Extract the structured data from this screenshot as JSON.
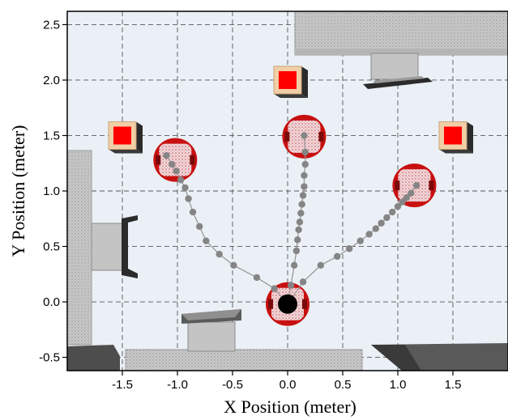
{
  "chart_data": {
    "type": "scatter",
    "title": "",
    "xlabel": "X Position (meter)",
    "ylabel": "Y Position (meter)",
    "xlim": [
      -2.0,
      2.0
    ],
    "ylim": [
      -0.62,
      2.62
    ],
    "x_ticks": [
      -1.5,
      -1.0,
      -0.5,
      0.0,
      0.5,
      1.0,
      1.5
    ],
    "x_tick_labels": [
      "-1.5",
      "-1.0",
      "-0.5",
      "0.0",
      "0.5",
      "1.0",
      "1.5"
    ],
    "y_ticks": [
      -0.5,
      0.0,
      0.5,
      1.0,
      1.5,
      2.0,
      2.5
    ],
    "y_tick_labels": [
      "-0.5",
      "0.0",
      "0.5",
      "1.0",
      "1.5",
      "2.0",
      "2.5"
    ],
    "grid": true,
    "colors": {
      "background": "#eaf0f6",
      "path_marker": "#858585",
      "path_line": "#9a9a9a",
      "target_box": "#f1cfa6",
      "target_center": "#ff0000",
      "robot_red": "#c81010",
      "start_marker": "#000000"
    },
    "start": {
      "x": 0.0,
      "y": -0.02
    },
    "targets": [
      {
        "x": -1.5,
        "y": 1.5
      },
      {
        "x": 0.0,
        "y": 2.0
      },
      {
        "x": 1.5,
        "y": 1.5
      }
    ],
    "robots": [
      {
        "x": -1.02,
        "y": 1.28
      },
      {
        "x": 0.15,
        "y": 1.49
      },
      {
        "x": 1.15,
        "y": 1.05
      },
      {
        "x": 0.0,
        "y": -0.02
      }
    ],
    "series": [
      {
        "x": [
          0.0,
          -0.12,
          -0.28,
          -0.49,
          -0.62,
          -0.74,
          -0.8,
          -0.86,
          -0.9,
          -0.93,
          -0.97,
          -1.01,
          -1.05,
          -1.1
        ],
        "y": [
          -0.02,
          0.12,
          0.22,
          0.33,
          0.43,
          0.55,
          0.68,
          0.81,
          0.93,
          1.03,
          1.1,
          1.18,
          1.24,
          1.32
        ]
      },
      {
        "x": [
          0.0,
          0.03,
          0.06,
          0.08,
          0.09,
          0.1,
          0.11,
          0.12,
          0.13,
          0.14,
          0.15,
          0.15,
          0.16,
          0.16,
          0.15
        ],
        "y": [
          -0.02,
          0.15,
          0.33,
          0.46,
          0.56,
          0.65,
          0.72,
          0.8,
          0.88,
          0.96,
          1.04,
          1.14,
          1.24,
          1.35,
          1.5
        ]
      },
      {
        "x": [
          0.0,
          0.14,
          0.3,
          0.45,
          0.56,
          0.66,
          0.74,
          0.8,
          0.85,
          0.9,
          0.95,
          1.0,
          1.04,
          1.08,
          1.12,
          1.17
        ],
        "y": [
          -0.02,
          0.18,
          0.33,
          0.41,
          0.48,
          0.55,
          0.61,
          0.66,
          0.71,
          0.76,
          0.81,
          0.86,
          0.9,
          0.94,
          0.98,
          1.05
        ]
      }
    ]
  }
}
